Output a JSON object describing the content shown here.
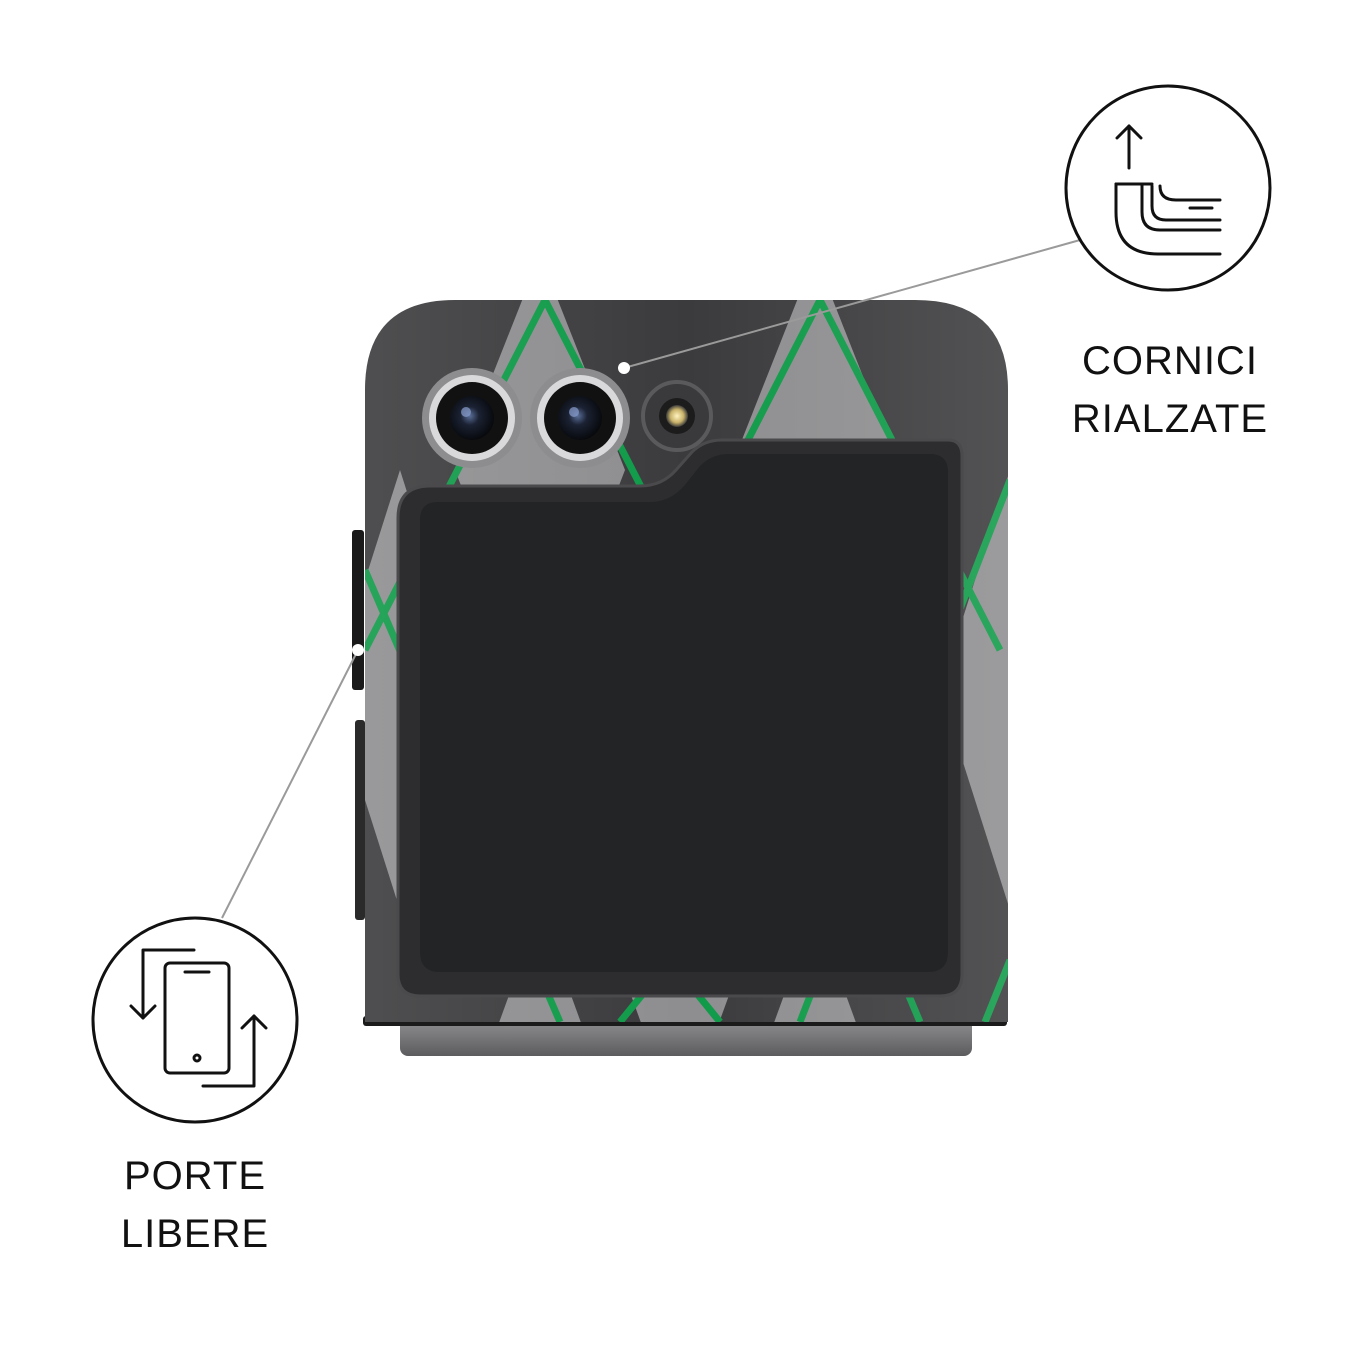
{
  "features": [
    {
      "id": "raised-edges",
      "line1": "CORNICI",
      "line2": "RIALZATE",
      "icon": "raised-edge-icon"
    },
    {
      "id": "free-ports",
      "line1": "PORTE",
      "line2": "LIBERE",
      "icon": "phone-rotate-icon"
    }
  ],
  "colors": {
    "background": "#ffffff",
    "case_dark": "#3b3b3d",
    "case_gray": "#8e8e90",
    "accent_green": "#0f9a48",
    "screen": "#232425",
    "icon_stroke": "#111111",
    "leader_line": "#9a9a9a"
  }
}
